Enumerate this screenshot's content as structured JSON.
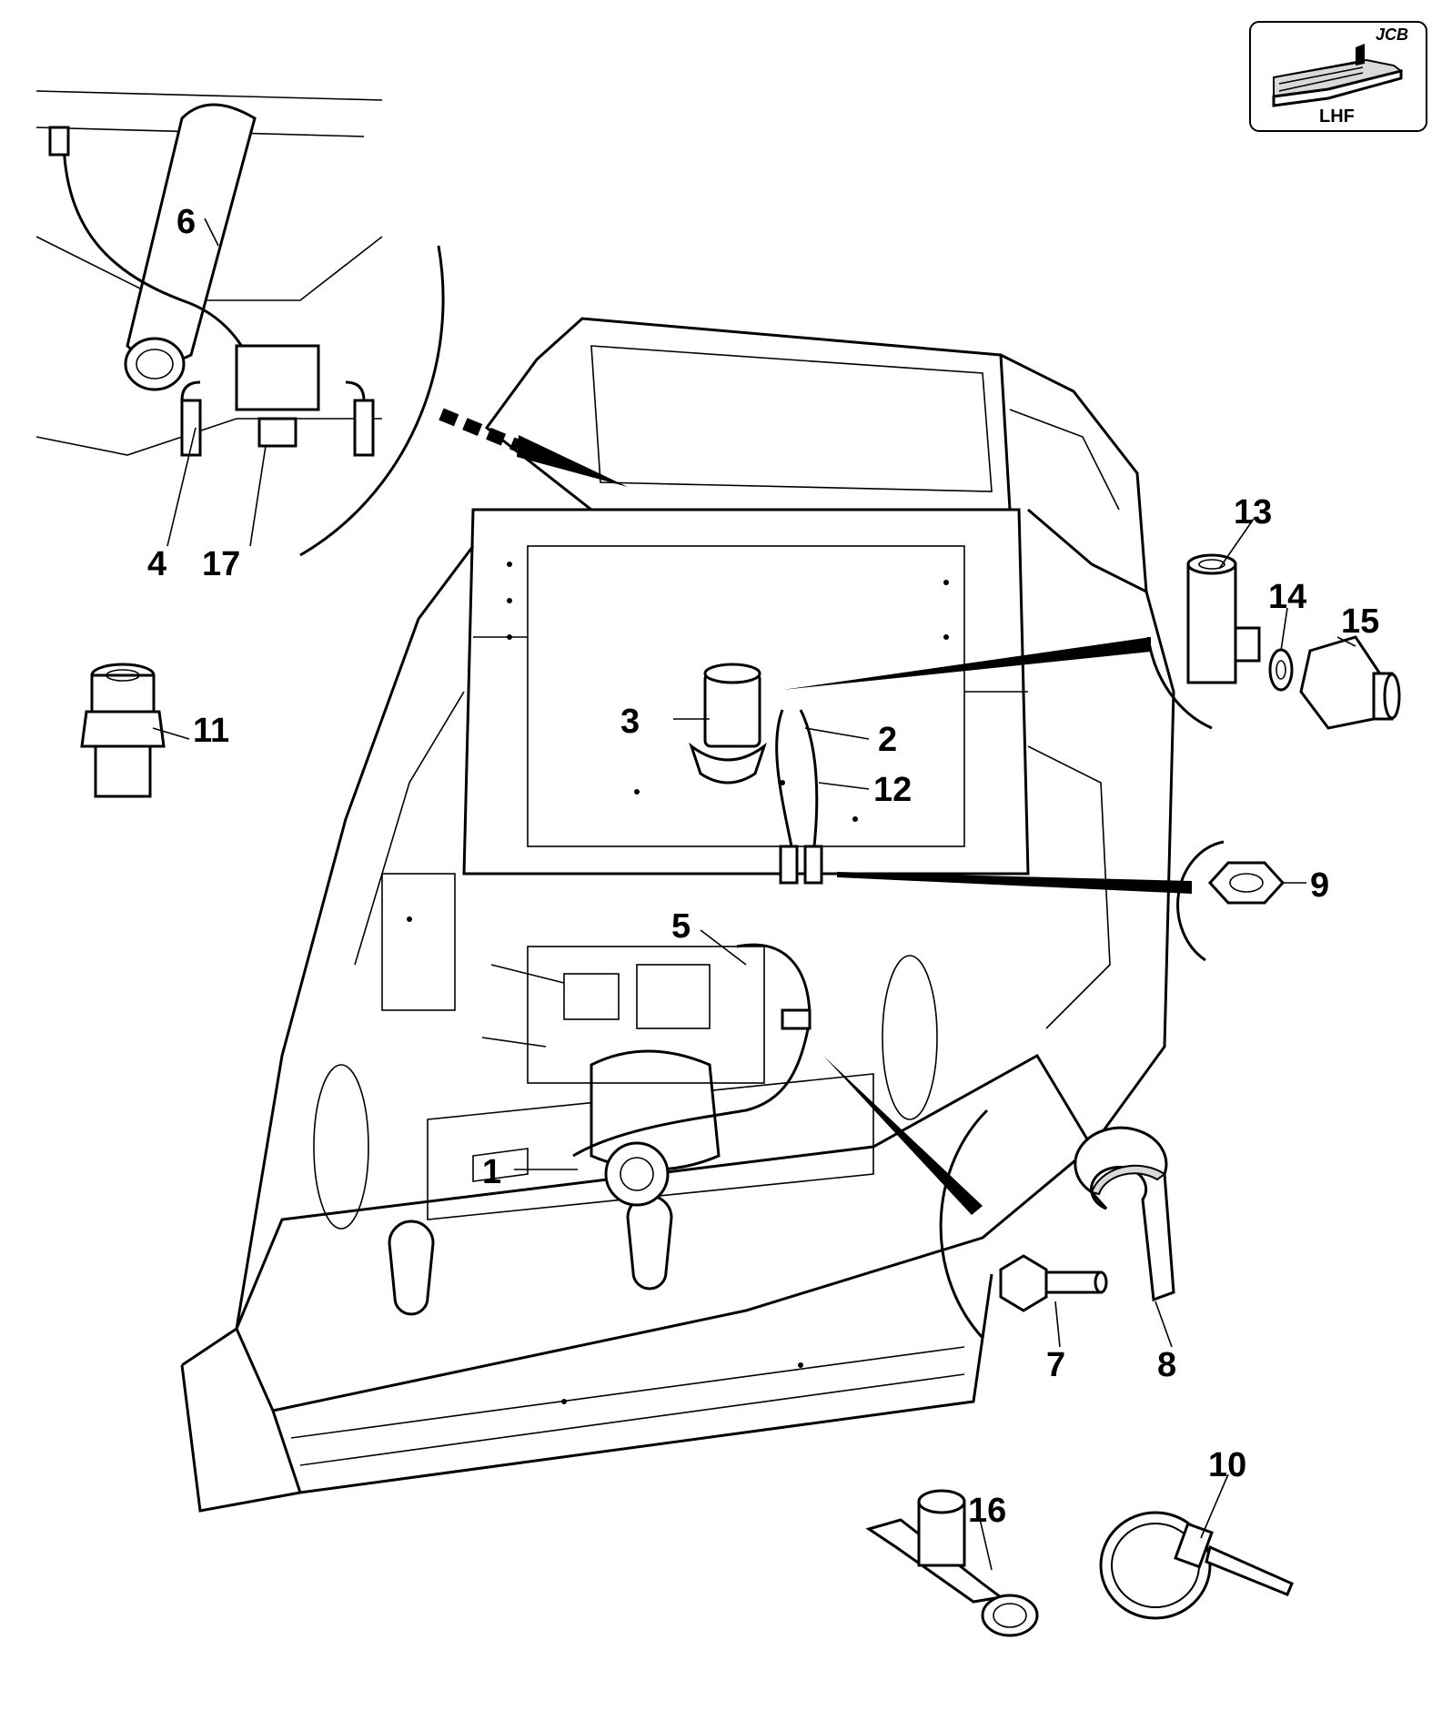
{
  "badge": {
    "brand": "JCB",
    "view": "LHF"
  },
  "callouts": [
    "1",
    "2",
    "3",
    "4",
    "5",
    "6",
    "7",
    "8",
    "9",
    "10",
    "11",
    "12",
    "13",
    "14",
    "15",
    "16",
    "17"
  ],
  "icons": {
    "orientation": "lhf-orientation-icon",
    "clip": "p-clip-icon",
    "bolt": "flange-bolt-icon",
    "nut": "hex-nut-icon",
    "cable_tie": "cable-tie-icon",
    "dust_cap": "dust-cap-icon",
    "adapter": "adapter-icon",
    "tee": "tee-fitting-icon",
    "washer": "bonded-washer-icon",
    "coupling": "quick-coupling-icon"
  }
}
